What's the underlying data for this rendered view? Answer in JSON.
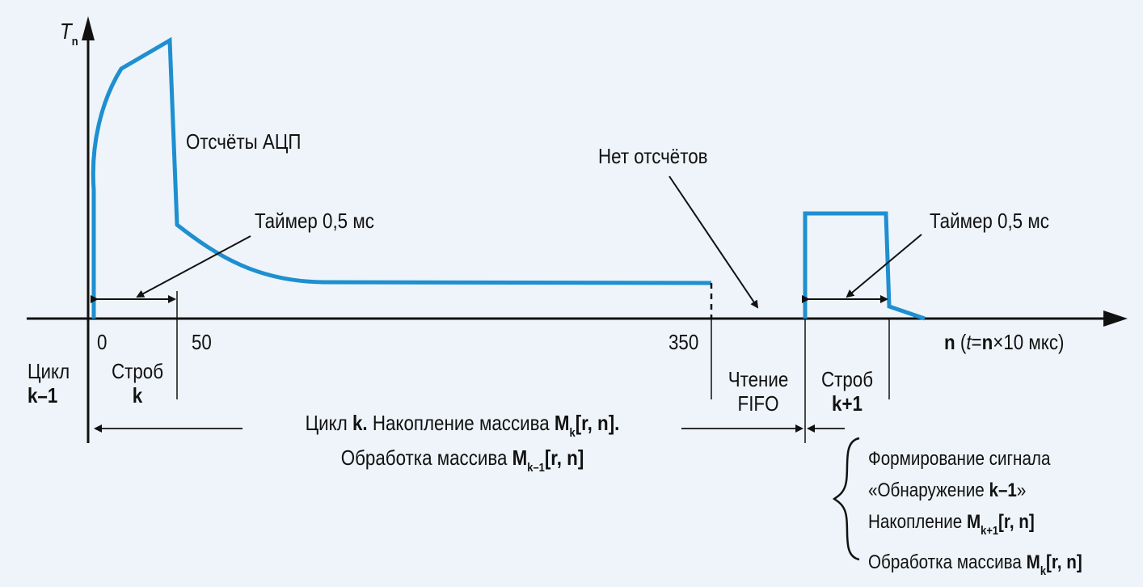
{
  "axes": {
    "y_label": "T",
    "y_label_sub": "n",
    "x_label_bold": "n",
    "x_label_rest_open": " (",
    "x_label_t": "t",
    "x_label_eq": "=",
    "x_label_n": "n",
    "x_label_rest_close": "×10 мкс)",
    "ticks": [
      "0",
      "50",
      "350"
    ]
  },
  "annotations": {
    "adc_samples": "Отсчёты АЦП",
    "no_samples": "Нет отсчётов",
    "timer_1": "Таймер 0,5 мс",
    "timer_2": "Таймер 0,5 мс"
  },
  "phases": {
    "cycle_prev_label": "Цикл",
    "cycle_prev_value": "k–1",
    "strobe_k_label": "Строб",
    "strobe_k_value": "k",
    "fifo_line1": "Чтение",
    "fifo_line2": "FIFO",
    "strobe_next_label": "Строб",
    "strobe_next_value": "k+1"
  },
  "cycle_caption": {
    "line1_a": "Цикл ",
    "line1_k": "k.",
    "line1_b": " Накопление массива ",
    "line1_M": "M",
    "line1_sub": "k",
    "line1_idx": "[r, n].",
    "line2_a": "Обработка массива ",
    "line2_M": "M",
    "line2_sub": "k–1",
    "line2_idx": "[r, n]"
  },
  "next_actions": {
    "line1": "Формирование сигнала",
    "line2_a": "«Обнаружение ",
    "line2_b": "k–1",
    "line2_c": "»",
    "line3_a": "Накопление ",
    "line3_M": "M",
    "line3_sub": "k+1",
    "line3_idx": "[r, n]",
    "line4_a": "Обработка массива ",
    "line4_M": "M",
    "line4_sub": "k",
    "line4_idx": "[r, n]"
  },
  "colors": {
    "background": "#eef4f9",
    "signal": "#1e8fd0",
    "axis": "#111111"
  }
}
